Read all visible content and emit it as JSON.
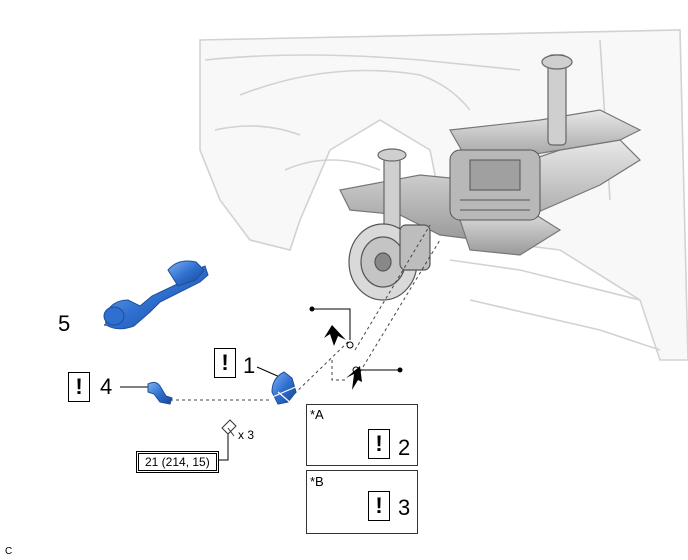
{
  "callouts": {
    "c1": "1",
    "c2": "2",
    "c3": "3",
    "c4": "4",
    "c5": "5"
  },
  "caution_mark": "!",
  "panels": {
    "a_tag": "*A",
    "b_tag": "*B"
  },
  "torque_spec": "21 (214, 15)",
  "bolt_qty": "x 3",
  "figure_code": "C",
  "colors": {
    "part_blue": "#2f6fcf",
    "part_dark": "#1d4f9e",
    "vehicle_line": "#d6d6d6",
    "subframe": "#bdbdbd"
  }
}
